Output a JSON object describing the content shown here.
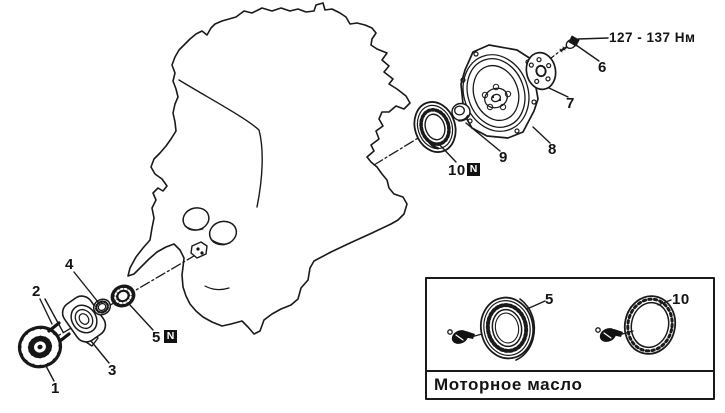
{
  "figure": {
    "torque_label": "127 - 137 Нм",
    "callouts": {
      "part1": "1",
      "part2": "2",
      "part3": "3",
      "part4": "4",
      "part5": "5",
      "part5_badge": "N",
      "part6": "6",
      "part7": "7",
      "part8": "8",
      "part9": "9",
      "part10": "10",
      "part10_badge": "N"
    },
    "inset": {
      "part5": "5",
      "part10": "10",
      "caption": "Моторное масло"
    },
    "colors": {
      "ink": "#1a1a1a",
      "paper": "#ffffff"
    }
  }
}
